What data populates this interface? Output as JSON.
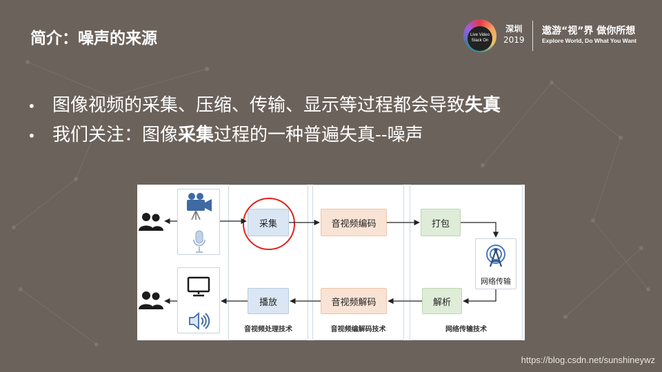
{
  "slide": {
    "title": "简介：噪声的来源",
    "logo": {
      "badge_line1": "Live Video",
      "badge_line2": "Stack On",
      "city": "深圳",
      "year": "2019",
      "slogan_cn": "遨游“视”界  做你所想",
      "slogan_en": "Explore World, Do What You Want"
    },
    "bullets": [
      {
        "normal": "图像视频的采集、压缩、传输、显示等过程都会导致",
        "emphasis": "失真"
      },
      {
        "pre": "我们关注：图像",
        "emphasis": "采集",
        "post": "过程的一种普遍失真--噪声"
      }
    ],
    "watermark": "https://blog.csdn.net/sunshineywz"
  },
  "diagram": {
    "columns": [
      {
        "caption": "音视频处理技术"
      },
      {
        "caption": "音视频编解码技术"
      },
      {
        "caption": "网络传输技术"
      }
    ],
    "boxes": {
      "capture": "采集",
      "encode": "音视频编码",
      "pack": "打包",
      "tower": "网络传输",
      "parse": "解析",
      "decode": "音视频解码",
      "play": "播放"
    },
    "icons": [
      "users-icon",
      "video-camera-icon",
      "microphone-icon",
      "monitor-icon",
      "speaker-icon",
      "signal-tower-icon"
    ],
    "highlight_color": "#e3201b"
  }
}
